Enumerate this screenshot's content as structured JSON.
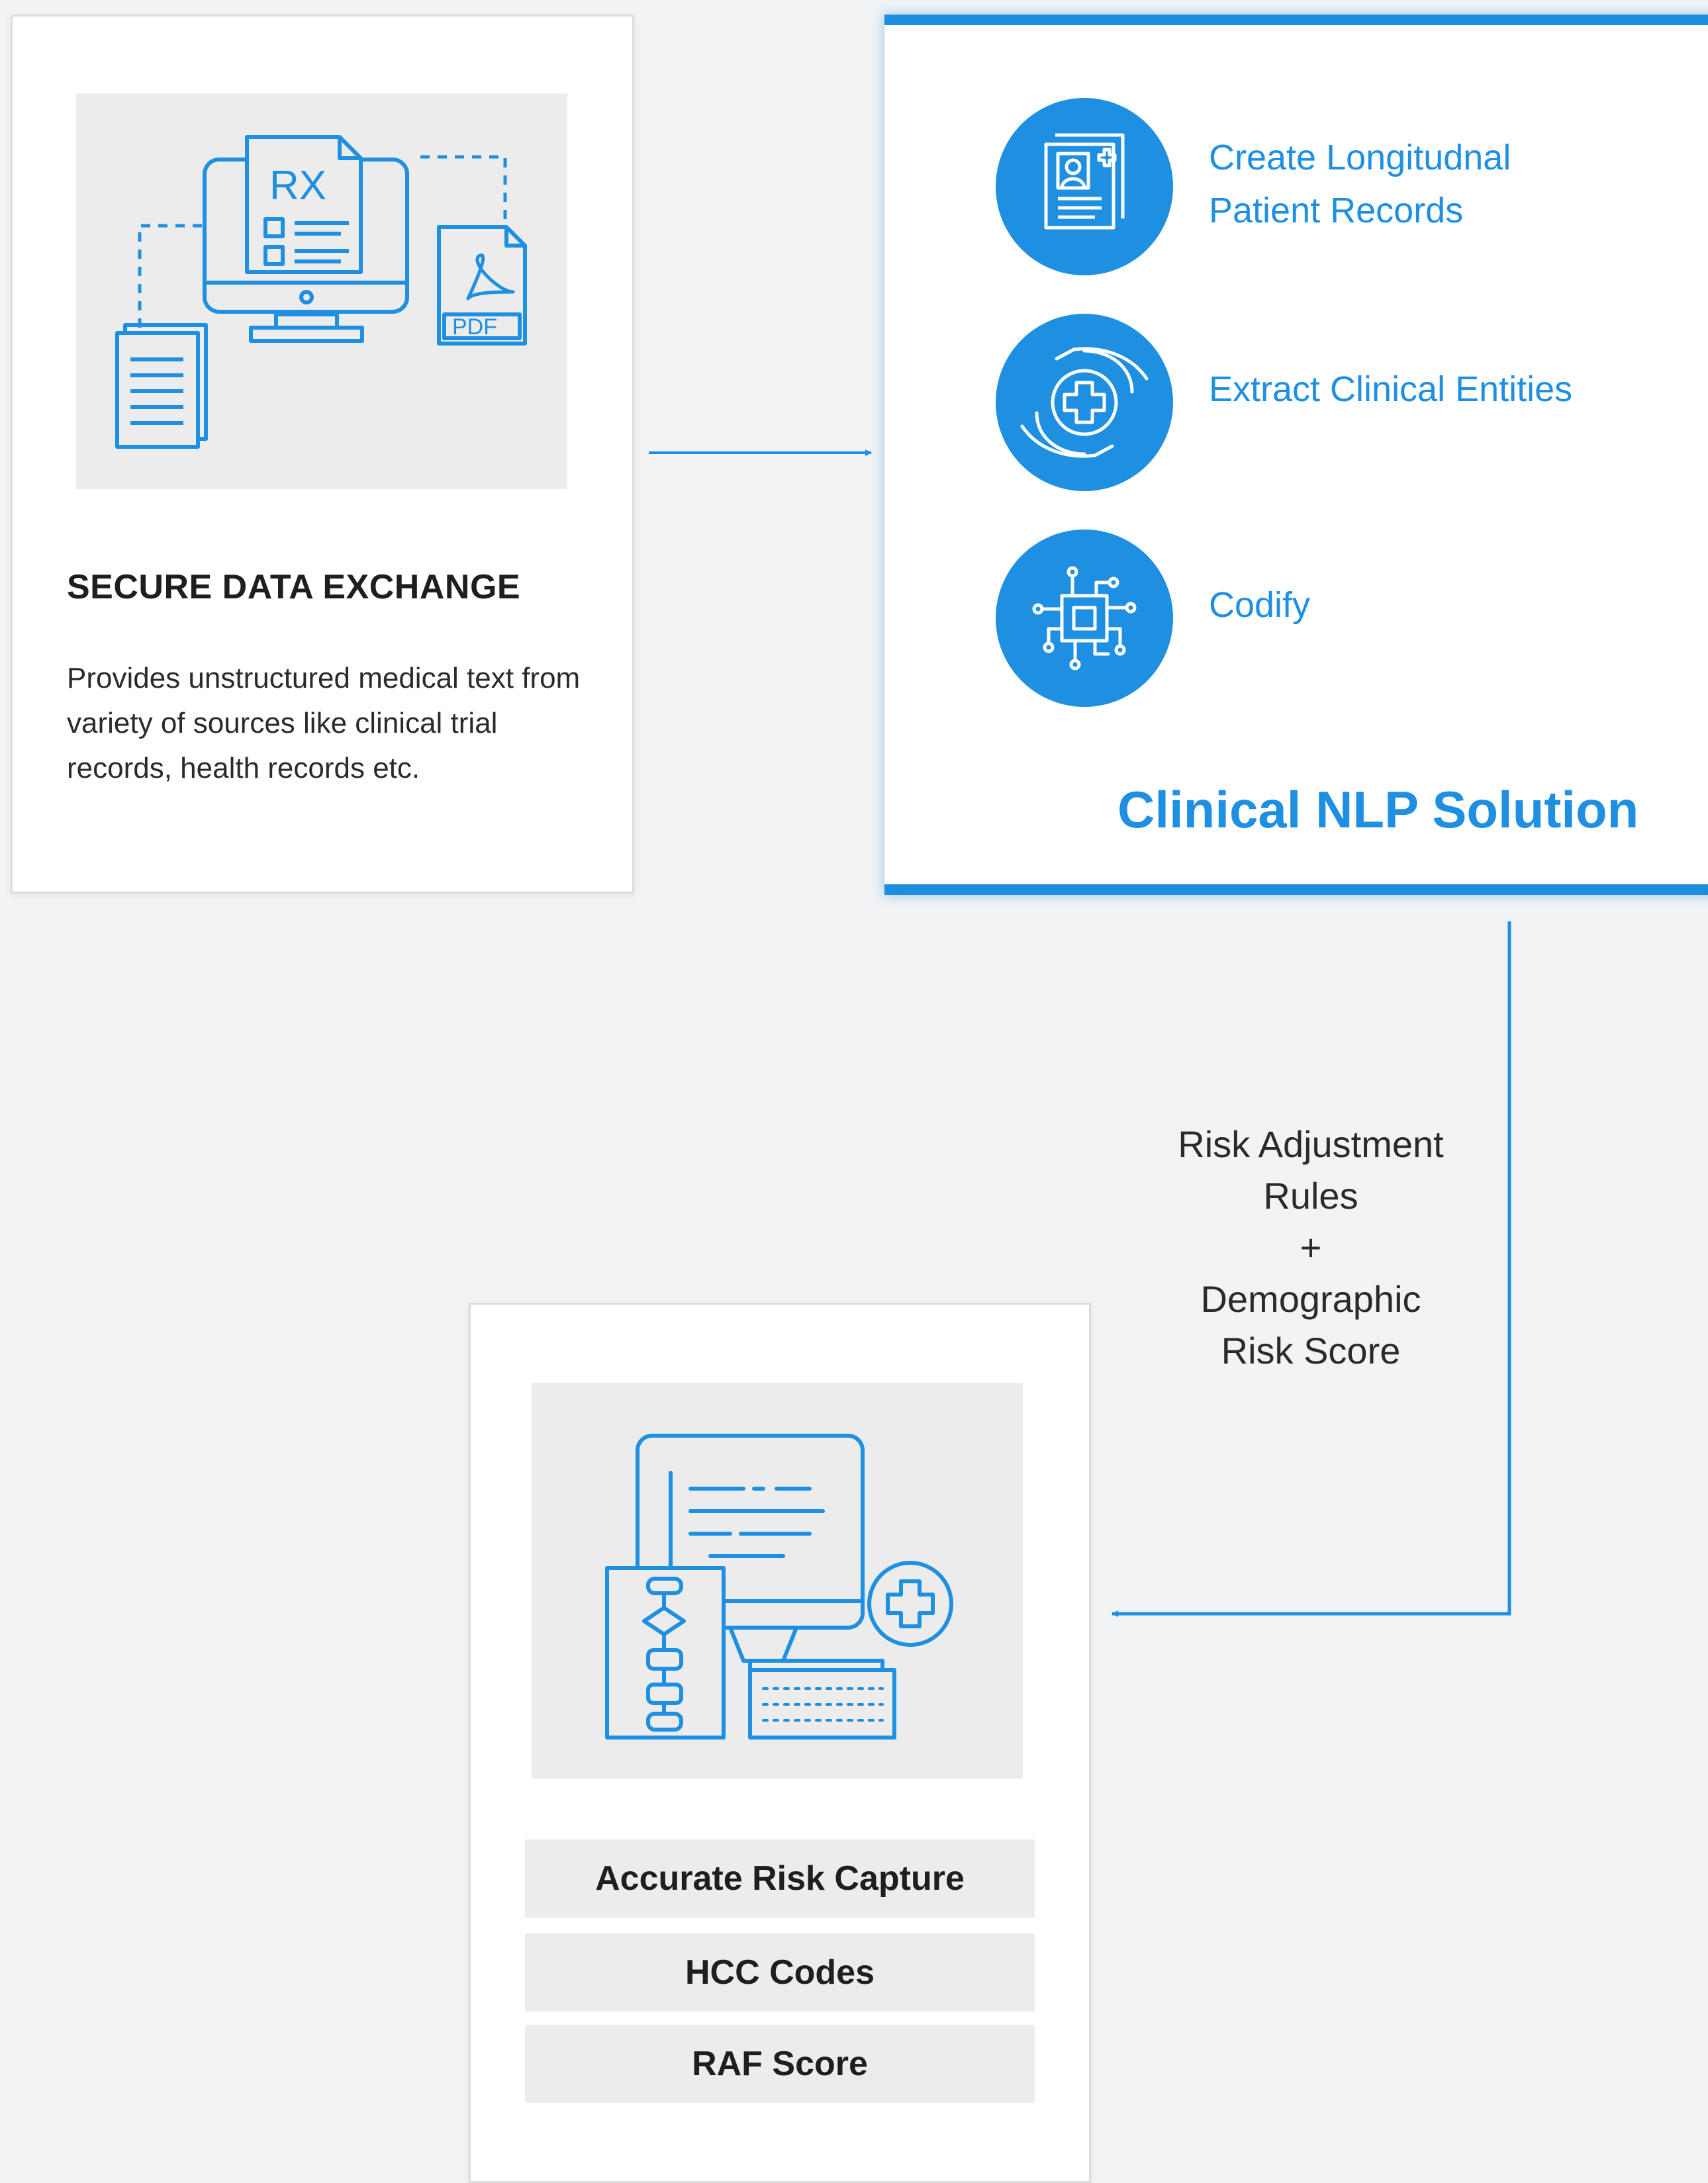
{
  "source": {
    "title": "SECURE DATA EXCHANGE",
    "description": "Provides unstructured medical text from variety of sources like clinical trial records, health records etc.",
    "illustration": {
      "screen_text": "RX",
      "file_label": "PDF"
    }
  },
  "nlp": {
    "title": "Clinical NLP Solution",
    "features": [
      {
        "label_line1": "Create Longitudnal",
        "label_line2": "Patient Records",
        "icon": "patient-record-icon"
      },
      {
        "label_line1": "Extract Clinical Entities",
        "label_line2": "",
        "icon": "hands-medical-cross-icon"
      },
      {
        "label_line1": "Codify",
        "label_line2": "",
        "icon": "chip-circuit-icon"
      }
    ]
  },
  "rules": {
    "line1": "Risk Adjustment",
    "line2": "Rules",
    "line3": "+",
    "line4": "Demographic",
    "line5": "Risk Score"
  },
  "output": {
    "rows": [
      "Accurate Risk Capture",
      "HCC Codes",
      "RAF Score"
    ]
  },
  "colors": {
    "accent": "#1e8fe1",
    "background": "#f2f3f5",
    "card": "#ffffff",
    "panel": "#ececec"
  }
}
